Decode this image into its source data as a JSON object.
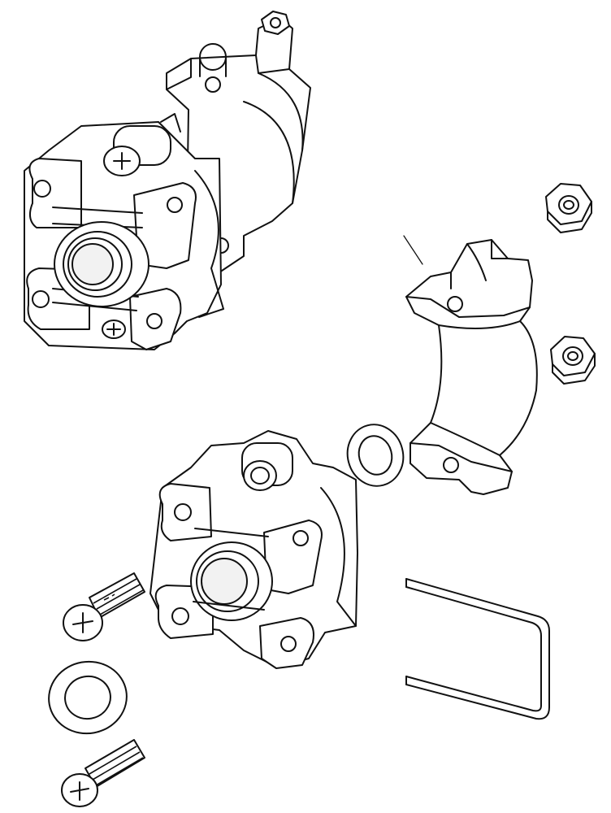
{
  "diagram": {
    "parts": [
      {
        "name": "bracket-half-top"
      },
      {
        "name": "caliper-assembly-top"
      },
      {
        "name": "hex-nut-top"
      },
      {
        "name": "bracket-half-right"
      },
      {
        "name": "hex-nut-right"
      },
      {
        "name": "washer-middle"
      },
      {
        "name": "caliper-assembly-bottom"
      },
      {
        "name": "cable-guide-wire"
      },
      {
        "name": "phillips-screw-upper"
      },
      {
        "name": "washer-lower"
      },
      {
        "name": "phillips-screw-lower"
      }
    ],
    "colors": {
      "line": "#111111",
      "background": "#ffffff"
    }
  }
}
